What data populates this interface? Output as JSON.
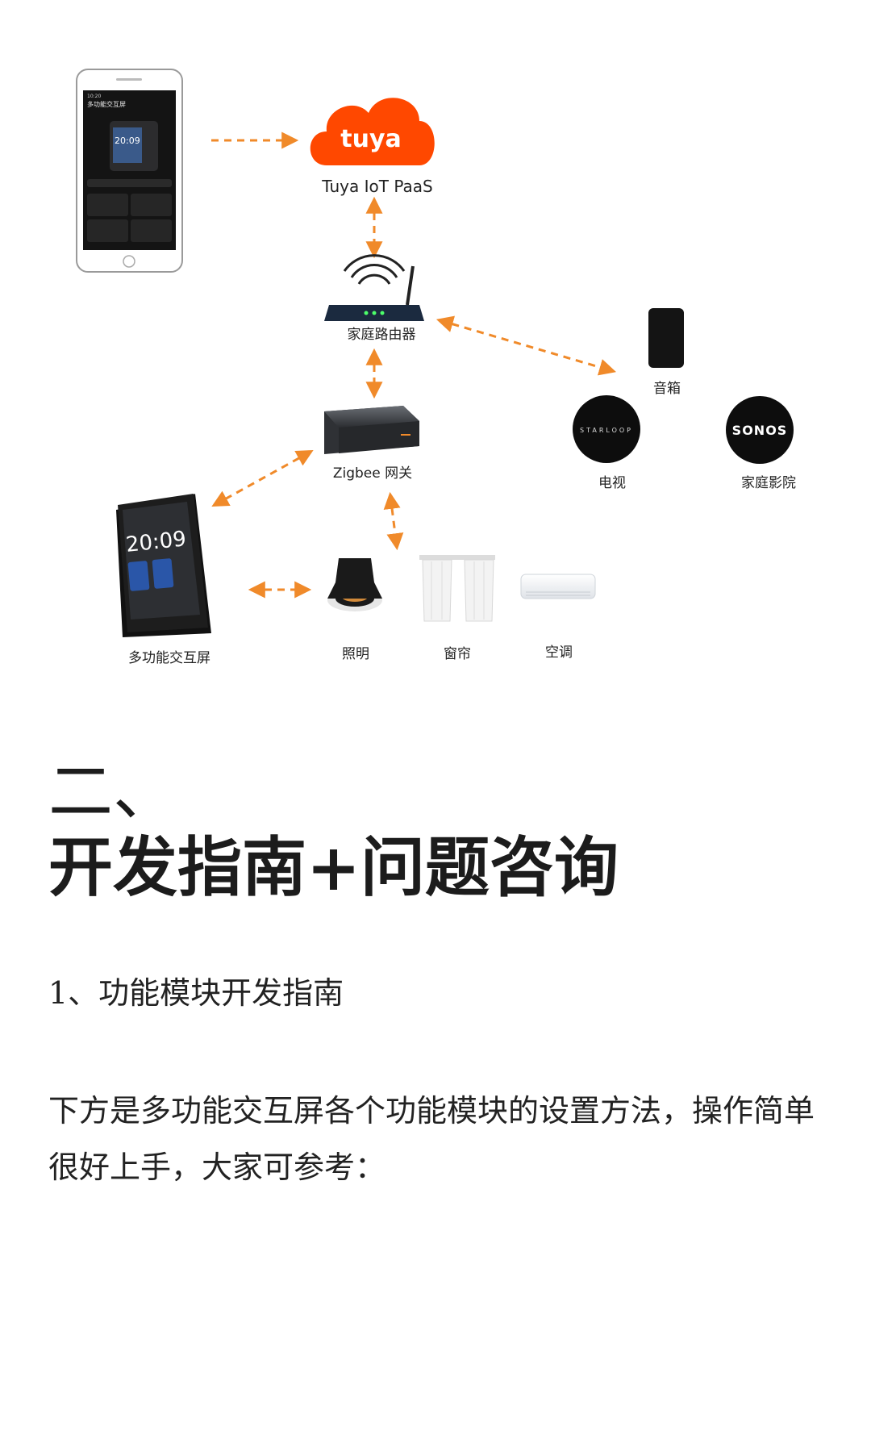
{
  "diagram": {
    "cloud_logo_text": "tuya",
    "cloud_label": "Tuya IoT PaaS",
    "phone_screen": {
      "status_time": "10:20",
      "title": "多功能交互屏",
      "clock": "20:09"
    },
    "router_label": "家庭路由器",
    "speaker_label": "音箱",
    "gateway_label": "Zigbee 网关",
    "tv_logo_text": "STARLOOP",
    "tv_label": "电视",
    "sonos_logo_text": "SONOS",
    "home_theater_label": "家庭影院",
    "panel_clock": "20:09",
    "panel_label": "多功能交互屏",
    "light_label": "照明",
    "curtain_label": "窗帘",
    "ac_label": "空调",
    "colors": {
      "tuya_orange": "#ff4800",
      "arrow_orange": "#f08a2a",
      "device_dark": "#1a1a1a"
    }
  },
  "section": {
    "number": "二、",
    "title": "开发指南+问题咨询"
  },
  "subheading": "1、功能模块开发指南",
  "paragraph": "下方是多功能交互屏各个功能模块的设置方法，操作简单很好上手，大家可参考："
}
